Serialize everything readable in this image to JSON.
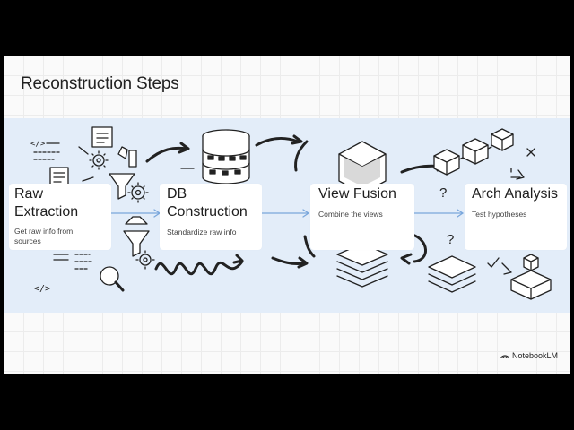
{
  "slide": {
    "title": "Reconstruction Steps",
    "brand": "NotebookLM"
  },
  "steps": [
    {
      "title_line1": "Raw",
      "title_line2": "Extraction",
      "desc_line1": "Get raw info from",
      "desc_line2": "sources"
    },
    {
      "title_line1": "DB",
      "title_line2": "Construction",
      "desc_line1": "Standardize raw info"
    },
    {
      "title_line1": "View Fusion",
      "desc_line1": "Combine the views"
    },
    {
      "title_line1": "Arch Analysis",
      "desc_line1": "Test hypotheses"
    }
  ],
  "icons": {
    "code_tags_top": "</>",
    "code_tags_bottom": "</>",
    "question_mark_1": "?",
    "question_mark_2": "?",
    "question_mark_3": "?"
  },
  "colors": {
    "band": "#e3edf9",
    "connector": "#7aa7dc"
  }
}
